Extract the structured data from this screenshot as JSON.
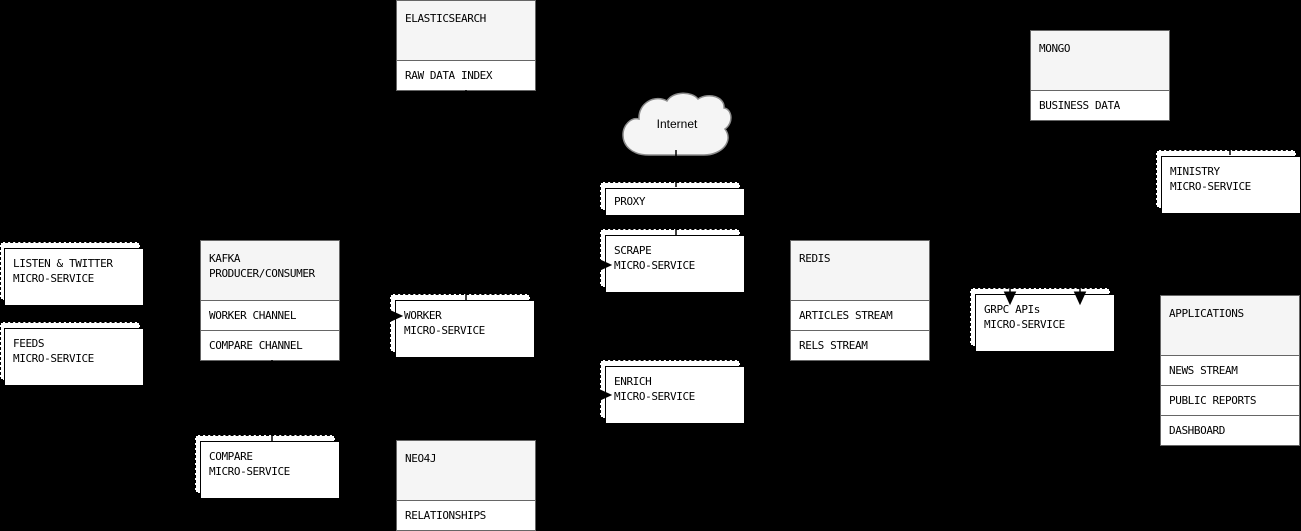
{
  "colors": {
    "background": "#000000",
    "node_fill": "#ffffff",
    "header_fill": "#f5f5f5",
    "list_border": "#666666",
    "service_border": "#000000",
    "text": "#000000",
    "cloud_stroke": "#8c8c8c"
  },
  "nodes": {
    "elasticsearch": {
      "title": "ELASTICSEARCH",
      "rows": [
        "RAW DATA INDEX"
      ]
    },
    "mongo": {
      "title": "MONGO",
      "rows": [
        "BUSINESS DATA"
      ]
    },
    "internet": {
      "label": "Internet"
    },
    "proxy": {
      "lines": [
        "PROXY"
      ]
    },
    "scrape_service": {
      "lines": [
        "SCRAPE",
        "MICRO-SERVICE"
      ]
    },
    "enrich_service": {
      "lines": [
        "ENRICH",
        "MICRO-SERVICE"
      ]
    },
    "redis": {
      "title": "REDIS",
      "rows": [
        "ARTICLES STREAM",
        "RELS STREAM"
      ]
    },
    "listen_twitter_service": {
      "lines": [
        "LISTEN & TWITTER",
        "MICRO-SERVICE"
      ]
    },
    "feeds_service": {
      "lines": [
        "FEEDS",
        "MICRO-SERVICE"
      ]
    },
    "kafka": {
      "title_lines": [
        "KAFKA",
        "PRODUCER/CONSUMER"
      ],
      "rows": [
        "WORKER CHANNEL",
        "COMPARE CHANNEL"
      ]
    },
    "worker_service": {
      "lines": [
        "WORKER",
        "MICRO-SERVICE"
      ]
    },
    "compare_service": {
      "lines": [
        "COMPARE",
        "MICRO-SERVICE"
      ]
    },
    "neo4j": {
      "title": "NEO4J",
      "rows": [
        "RELATIONSHIPS"
      ]
    },
    "ministry_service": {
      "lines": [
        "MINISTRY",
        "MICRO-SERVICE"
      ]
    },
    "grpc_service": {
      "lines": [
        "GRPC APIs",
        "MICRO-SERVICE"
      ]
    },
    "applications": {
      "title": "APPLICATIONS",
      "rows": [
        "NEWS STREAM",
        "PUBLIC REPORTS",
        "DASHBOARD"
      ]
    }
  },
  "connector_marks": [
    {
      "target": "proxy",
      "side": "top",
      "arrow": false
    },
    {
      "target": "scrape_service",
      "side": "top",
      "arrow": false
    },
    {
      "target": "scrape_service",
      "side": "left",
      "arrow": true
    },
    {
      "target": "enrich_service",
      "side": "left",
      "arrow": true
    },
    {
      "target": "worker_service",
      "side": "top",
      "arrow": false
    },
    {
      "target": "worker_service",
      "side": "left",
      "arrow": true
    },
    {
      "target": "compare_service",
      "side": "top",
      "arrow": false
    },
    {
      "target": "ministry_service",
      "side": "top",
      "arrow": false
    },
    {
      "target": "grpc_service",
      "side": "top",
      "arrow": true,
      "count": 2
    }
  ]
}
